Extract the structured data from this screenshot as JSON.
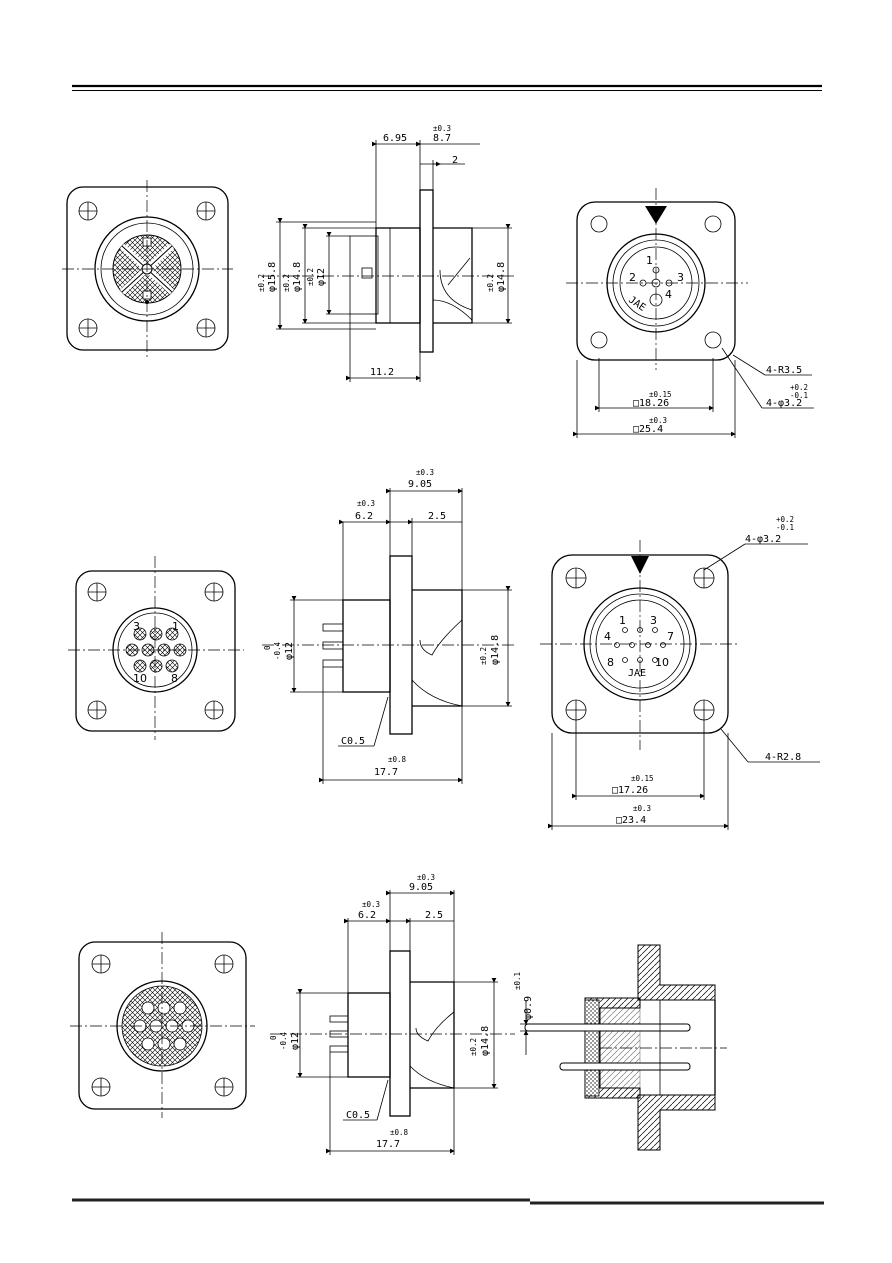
{
  "row1": {
    "side": {
      "d_6_95": "6.95",
      "tol_8_7": "±0.3",
      "d_8_7": "8.7",
      "d_2": "2",
      "d_11_2": "11.2",
      "tol_15_8": "±0.2",
      "d_15_8": "φ15.8",
      "tol_14_8a": "±0.2",
      "d_14_8a": "φ14.8",
      "tol_12": "±0.2",
      "d_12": "φ12",
      "tol_14_8b": "±0.2",
      "d_14_8b": "φ14.8"
    },
    "front": {
      "pin_1": "1",
      "pin_2": "2",
      "pin_3": "3",
      "pin_4": "4",
      "brand": "JAE",
      "r35": "4-R3.5",
      "hole_tol": "+0.2\n-0.1",
      "hole_tol_a": "+0.2",
      "hole_tol_b": "-0.1",
      "hole": "4-φ3.2",
      "tol_18": "±0.15",
      "d_18": "□18.26",
      "tol_25": "±0.3",
      "d_25": "□25.4"
    }
  },
  "row2": {
    "side": {
      "tol_905": "±0.3",
      "d_905": "9.05",
      "tol_62": "±0.3",
      "d_62": "6.2",
      "d_25": "2.5",
      "tol_12a": "0",
      "tol_12b": "-0.4",
      "d_12": "φ12",
      "tol_148": "±0.2",
      "d_148": "φ14.8",
      "c05": "C0.5",
      "tol_177": "±0.8",
      "d_177": "17.7"
    },
    "front": {
      "hole_tol_a": "+0.2",
      "hole_tol_b": "-0.1",
      "hole": "4-φ3.2",
      "pins": [
        "1",
        "3",
        "4",
        "7",
        "8",
        "10"
      ],
      "brand": "JAE",
      "r28": "4-R2.8",
      "tol_17": "±0.15",
      "d_17": "□17.26",
      "tol_23": "±0.3",
      "d_23": "□23.4"
    },
    "face": {
      "pin_3": "3",
      "pin_1": "1",
      "pin_10": "10",
      "pin_8": "8"
    }
  },
  "row3": {
    "side": {
      "tol_905": "±0.3",
      "d_905": "9.05",
      "tol_62": "±0.3",
      "d_62": "6.2",
      "d_25": "2.5",
      "tol_12a": "0",
      "tol_12b": "-0.4",
      "d_12": "φ12",
      "tol_148": "±0.2",
      "d_148": "φ14.8",
      "c05": "C0.5",
      "tol_177": "±0.8",
      "d_177": "17.7"
    },
    "section": {
      "tol_09": "±0.1",
      "d_09": "φ0.9"
    }
  }
}
